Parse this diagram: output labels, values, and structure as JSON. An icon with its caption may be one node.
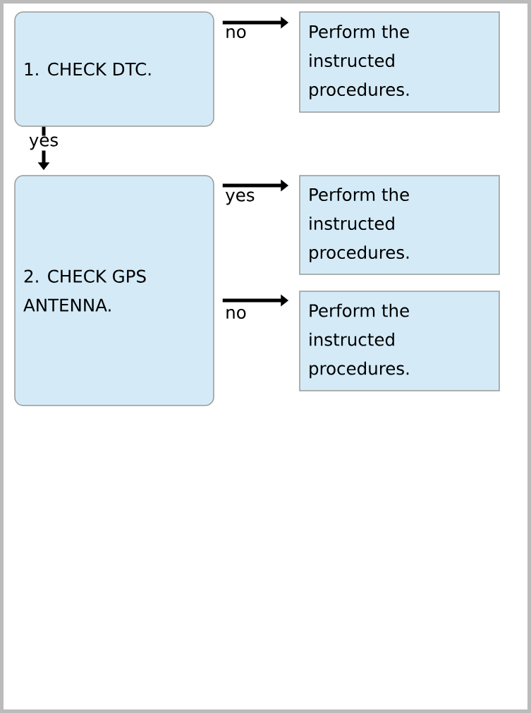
{
  "diagram": {
    "nodes": [
      {
        "text": [
          "1. CHECK DTC."
        ]
      },
      {
        "text": [
          "Perform the instructed procedures."
        ]
      },
      {
        "text": [
          "2. CHECK GPS ANTENNA."
        ]
      },
      {
        "text": [
          "Perform the instructed procedures."
        ]
      },
      {
        "text": [
          "Perform the instructed procedures."
        ]
      }
    ],
    "edges": [
      {
        "from": 0,
        "to": 1,
        "arrow": "to",
        "label": "no"
      },
      {
        "from": 0,
        "to": 2,
        "arrow": "to",
        "label": "yes"
      },
      {
        "from": 2,
        "to": 3,
        "arrow": "to",
        "label": "yes"
      },
      {
        "from": 2,
        "to": 4,
        "arrow": "to",
        "label": "no"
      }
    ]
  }
}
